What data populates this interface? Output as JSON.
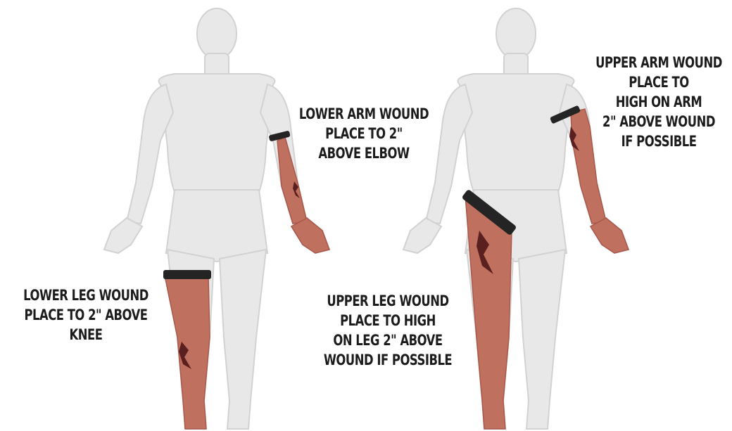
{
  "colors": {
    "body_fill": "#e8e8e8",
    "body_stroke": "#d2d2d2",
    "limb_fill": "#c0705e",
    "limb_stroke": "#a9584a",
    "tourniquet": "#242424",
    "wound": "#5a2020",
    "text": "#1c1c1c"
  },
  "labels": {
    "lower_arm": [
      "LOWER ARM WOUND",
      "PLACE TO 2\"",
      "ABOVE ELBOW"
    ],
    "lower_leg": [
      "LOWER LEG WOUND",
      "PLACE TO 2\" ABOVE",
      "KNEE"
    ],
    "upper_arm": [
      "UPPER ARM WOUND",
      "PLACE TO",
      "HIGH ON ARM",
      "2\" ABOVE WOUND",
      "IF POSSIBLE"
    ],
    "upper_leg": [
      "UPPER LEG WOUND",
      "PLACE TO HIGH",
      "ON LEG 2\" ABOVE",
      "WOUND IF POSSIBLE"
    ]
  },
  "icons": {
    "figures": [
      "human-figure-icon",
      "human-figure-icon"
    ],
    "tourniquets": [
      "tourniquet-icon",
      "tourniquet-icon",
      "tourniquet-icon",
      "tourniquet-icon"
    ],
    "wounds": [
      "wound-icon",
      "wound-icon",
      "wound-icon",
      "wound-icon"
    ]
  }
}
